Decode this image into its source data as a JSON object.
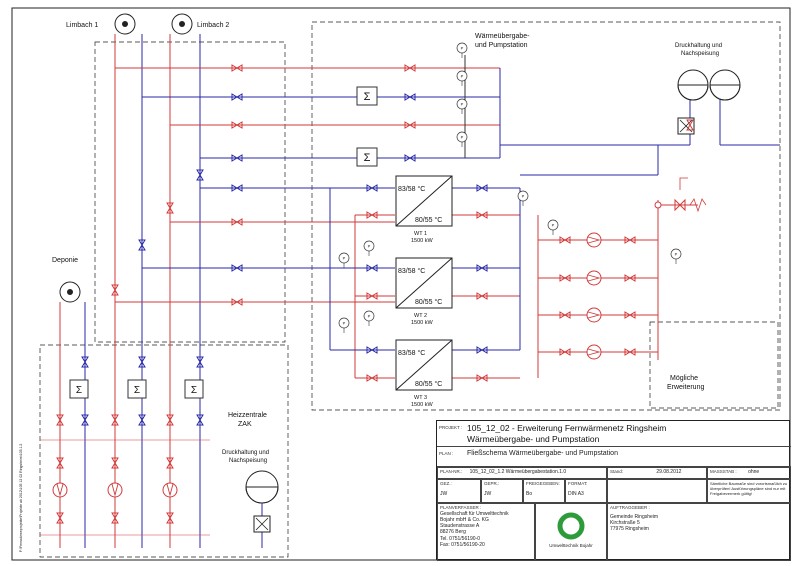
{
  "labels": {
    "limbach1": "Limbach 1",
    "limbach2": "Limbach 2",
    "deponie": "Deponie",
    "waermeuebergabe": "Wärmeübergabe-",
    "pumpstation": "und Pumpstation",
    "druckhaltung_top_1": "Druckhaltung und",
    "druckhaltung_top_2": "Nachspeisung",
    "heizzentrale_1": "Heizzentrale",
    "heizzentrale_2": "ZAK",
    "druckhaltung_bot_1": "Druckhaltung und",
    "druckhaltung_bot_2": "Nachspeisung",
    "erweiterung_1": "Mögliche",
    "erweiterung_2": "Erweiterung",
    "sum_symbol": "Σ"
  },
  "exchangers": [
    {
      "t_hi": "83/58 °C",
      "t_lo": "80/55 °C",
      "name": "WT 1",
      "power": "1500 kW"
    },
    {
      "t_hi": "83/58 °C",
      "t_lo": "80/55 °C",
      "name": "WT 2",
      "power": "1500 kW"
    },
    {
      "t_hi": "83/58 °C",
      "t_lo": "80/55 °C",
      "name": "WT 3",
      "power": "1500 kW"
    }
  ],
  "title_block": {
    "projekt_label": "PROJEKT :",
    "projekt_value": "105_12_02 - Erweiterung Fernwärmenetz Ringsheim",
    "projekt_value_2": "Wärmeübergabe- und Pumpstation",
    "plan_label": "PLAN :",
    "plan_value": "Fließschema Wärmeübergabe- und Pumpstation",
    "plan_nr_label": "PLAN-NR.:",
    "plan_nr_value": "105_12_02_1.2 Wärmeübergabestation.1.0",
    "stand_label": "Stand:",
    "stand_value": "29.08.2012",
    "massstab_label": "MASSSTAB :",
    "massstab_value": "ohne",
    "gez_label": "GEZ.:",
    "gez_value": "JW",
    "gepr_label": "GEPR.:",
    "gepr_value": "JW",
    "freig_label": "FREIGEGEBEN:",
    "freig_value": "Bo",
    "format_label": "FORMAT:",
    "format_value": "DIN A3",
    "note": "Sämtliche Baumaße sind vorortsmaßlich zu überprüfen! Ausführungspläne sind nur mit Freigabevermerk gültig!",
    "planverfasser_label": "PLANVERFASSER :",
    "planverfasser_lines": [
      "Gesellschaft für Umwelttechnik",
      "Bojahr mbH & Co. KG",
      "Staudenstrasse A",
      "88276 Berg",
      "Tel. 0751/56190-0",
      "Fax: 0751/56190-20"
    ],
    "logo_text": "Umwelttechnik Bojahr",
    "auftraggeber_label": "AUFTRAGGEBER :",
    "auftraggeber_lines": [
      "Gemeinde Ringsheim",
      "",
      "Kirchstraße 5",
      "77975  Ringsheim"
    ]
  },
  "side_path": "F:\\Fernwärmeprojekte\\Projekte ab 2012\\105 12 02 Ringsheim\\105.1.2"
}
